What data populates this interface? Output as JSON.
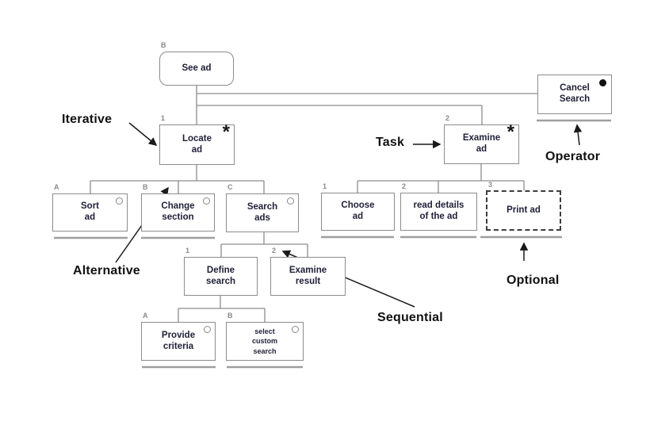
{
  "nodes": {
    "see_ad": {
      "tag": "B",
      "label": "See ad"
    },
    "locate_ad": {
      "tag": "1",
      "label": "Locate\nad",
      "symbol": "*"
    },
    "examine_ad": {
      "tag": "2",
      "label": "Examine\nad",
      "symbol": "*"
    },
    "cancel_search": {
      "label": "Cancel\nSearch"
    },
    "sort_ad": {
      "tag": "A",
      "label": "Sort\nad"
    },
    "change_section": {
      "tag": "B",
      "label": "Change\nsection"
    },
    "search_ads": {
      "tag": "C",
      "label": "Search\nads"
    },
    "choose_ad": {
      "tag": "1",
      "label": "Choose\nad"
    },
    "read_details": {
      "tag": "2",
      "label": "read details\nof the ad"
    },
    "print_ad": {
      "tag": "3",
      "label": "Print ad"
    },
    "define_search": {
      "tag": "1",
      "label": "Define\nsearch"
    },
    "examine_result": {
      "tag": "2",
      "label": "Examine\nresult"
    },
    "provide_criteria": {
      "tag": "A",
      "label": "Provide\ncriteria"
    },
    "select_custom_search": {
      "tag": "B",
      "label": "select\ncustom\nsearch"
    }
  },
  "annotations": {
    "iterative": "Iterative",
    "task": "Task",
    "operator": "Operator",
    "alternative": "Alternative",
    "sequential": "Sequential",
    "optional": "Optional"
  },
  "colors": {
    "box_border": "#8c8c8c",
    "text": "#1f1f38",
    "tag": "#8a8a8a",
    "underline": "#9f9f9f",
    "connector": "#8c8c8c",
    "arrow": "#1a1a1a",
    "note": "#111111"
  }
}
